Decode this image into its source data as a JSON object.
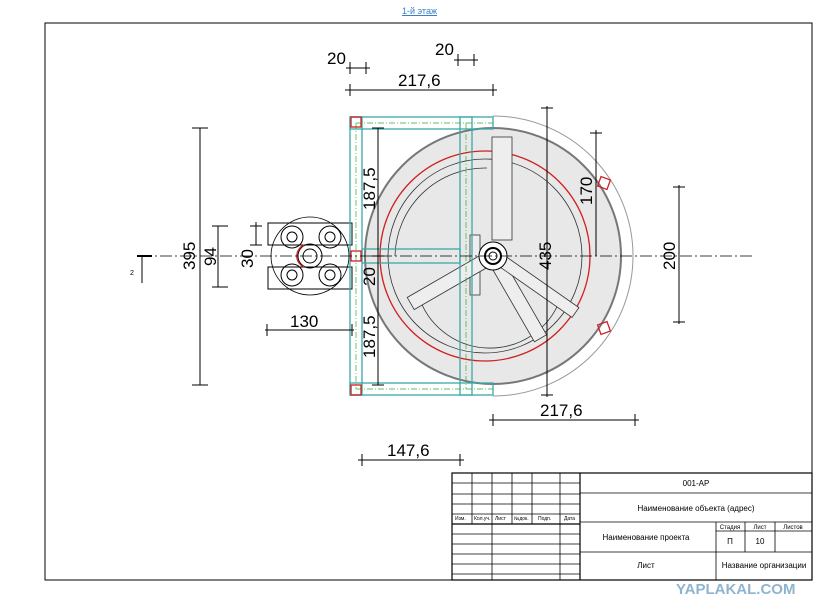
{
  "header": {
    "title_link": "1-й этаж"
  },
  "drawing": {
    "section_marker": "2",
    "dimensions": {
      "top_20_left": "20",
      "top_20_right": "20",
      "top_width": "217,6",
      "height_total": "395",
      "height_94": "94",
      "height_30": "30",
      "upper_187": "187,5",
      "lower_187": "187,5",
      "middle_20": "20",
      "diameter_435": "435",
      "right_170": "170",
      "right_200": "200",
      "left_130": "130",
      "bottom_width": "217,6",
      "bottom_147": "147,6"
    }
  },
  "title_block": {
    "code": "001-АР",
    "object_name": "Наименование объекта (адрес)",
    "project_name": "Наименование проекта",
    "sheet_label": "Лист",
    "organization": "Название организации",
    "columns": [
      "Изм.",
      "Кол.уч.",
      "Лист",
      "№док.",
      "Подп.",
      "Дата"
    ],
    "stage_header": "Стадия",
    "sheet_header": "Лист",
    "sheets_header": "Листов",
    "stage_value": "П",
    "sheet_value": "10",
    "watermark": "YAPLAKAL.COM"
  },
  "colors": {
    "frame": "#3aa8a8",
    "red": "#d02020",
    "fill": "#e8e8e8"
  }
}
